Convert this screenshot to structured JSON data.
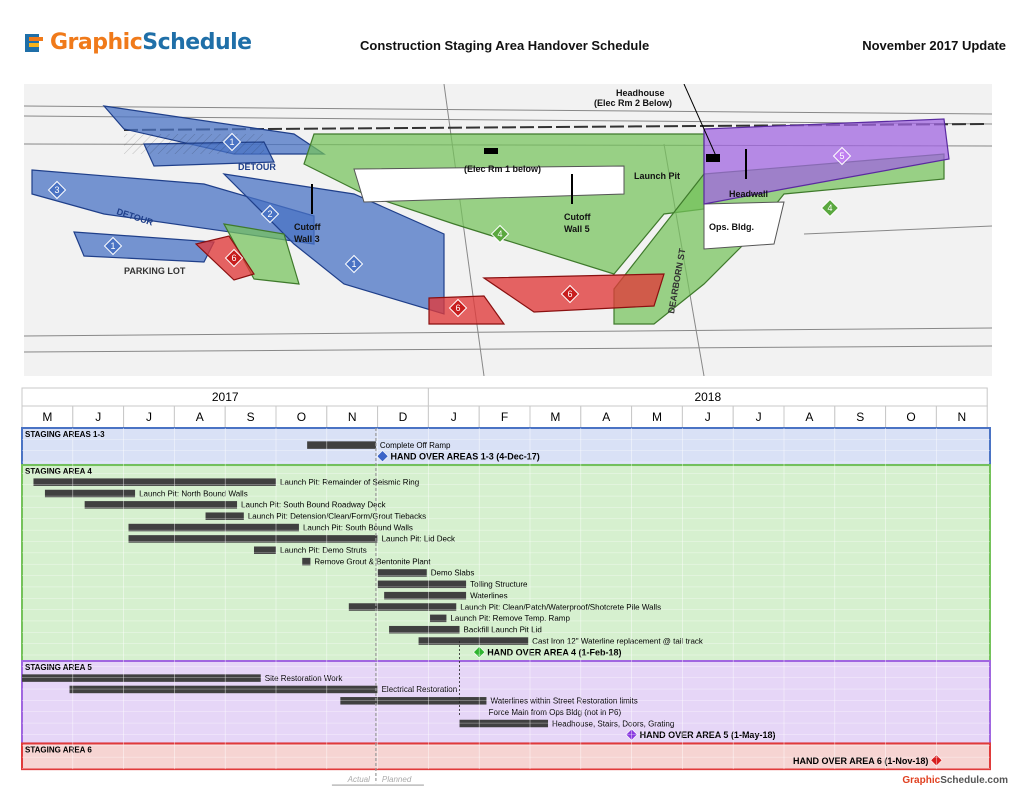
{
  "header": {
    "logo_text_a": "Graphic",
    "logo_text_b": "Schedule",
    "title": "Construction Staging Area Handover Schedule",
    "update": "November 2017 Update"
  },
  "footer": {
    "text_a": "Graphic",
    "text_b": "Schedule.com"
  },
  "colors": {
    "blue": "#4a73c4",
    "green": "#74c25a",
    "purple": "#a066e0",
    "red": "#e03a3a",
    "bar": "#404040",
    "blue_bg": "#d9e1f6",
    "green_bg": "#d6f0cf",
    "purple_bg": "#e6d6f7",
    "red_bg": "#f6d4d2"
  },
  "map": {
    "labels": {
      "headhouse": "Headhouse",
      "elec_rm2": "(Elec Rm 2 Below)",
      "elec_rm1": "(Elec Rm 1 below)",
      "launch_pit": "Launch Pit",
      "headwall": "Headwall",
      "detour": "DETOUR",
      "detour2": "DETOUR",
      "cutoff3a": "Cutoff",
      "cutoff3b": "Wall 3",
      "cutoff5a": "Cutoff",
      "cutoff5b": "Wall 5",
      "ops": "Ops. Bldg.",
      "parking": "PARKING LOT",
      "dearborn": "DEARBORN ST"
    },
    "area_markers": [
      "1",
      "1",
      "1",
      "1",
      "2",
      "3",
      "4",
      "4",
      "5",
      "6",
      "6",
      "6"
    ]
  },
  "chart_data": {
    "type": "gantt",
    "years": [
      {
        "label": "2017",
        "months": 8
      },
      {
        "label": "2018",
        "months": 11
      }
    ],
    "months": [
      "M",
      "J",
      "J",
      "A",
      "S",
      "O",
      "N",
      "D",
      "J",
      "F",
      "M",
      "A",
      "M",
      "J",
      "J",
      "A",
      "S",
      "O",
      "N"
    ],
    "month_start": "2017-05",
    "status_line": "2017-11-30",
    "status_labels": {
      "actual": "Actual",
      "planned": "Planned"
    },
    "groups": [
      {
        "name": "STAGING AREAS 1-3",
        "color": "blue",
        "tasks": [
          {
            "label": "Complete Off Ramp",
            "start": "2017-10-20",
            "end": "2017-11-30"
          }
        ],
        "milestone": {
          "label": "HAND OVER AREAS 1-3 (4-Dec-17)",
          "date": "2017-12-04",
          "label_side": "right"
        }
      },
      {
        "name": "STAGING AREA 4",
        "color": "green",
        "tasks": [
          {
            "label": "Launch Pit: Remainder of Seismic Ring",
            "start": "2017-05-08",
            "end": "2017-10-01"
          },
          {
            "label": "Launch Pit: North Bound Walls",
            "start": "2017-05-15",
            "end": "2017-07-08"
          },
          {
            "label": "Launch Pit: South Bound Roadway Deck",
            "start": "2017-06-08",
            "end": "2017-09-08"
          },
          {
            "label": "Launch Pit: Detension/Clean/Form/Grout Tiebacks",
            "start": "2017-08-20",
            "end": "2017-09-12"
          },
          {
            "label": "Launch Pit: South Bound Walls",
            "start": "2017-07-04",
            "end": "2017-10-15"
          },
          {
            "label": "Launch Pit: Lid Deck",
            "start": "2017-07-04",
            "end": "2017-12-01"
          },
          {
            "label": "Launch Pit: Demo Struts",
            "start": "2017-09-18",
            "end": "2017-10-01"
          },
          {
            "label": "Remove Grout & Bentonite Plant",
            "start": "2017-10-17",
            "end": "2017-10-22"
          },
          {
            "label": "Demo Slabs",
            "start": "2017-12-01",
            "end": "2017-12-31"
          },
          {
            "label": "Tolling Structure",
            "start": "2017-12-01",
            "end": "2018-01-24"
          },
          {
            "label": "Waterlines",
            "start": "2017-12-05",
            "end": "2018-01-24"
          },
          {
            "label": "Launch Pit: Clean/Patch/Waterproof/Shotcrete Pile Walls",
            "start": "2017-11-14",
            "end": "2018-01-18"
          },
          {
            "label": "Launch Pit: Remove Temp. Ramp",
            "start": "2018-01-02",
            "end": "2018-01-12"
          },
          {
            "label": "Backfill Launch Pit Lid",
            "start": "2017-12-08",
            "end": "2018-01-20"
          },
          {
            "label": "Cast Iron 12\" Waterline replacement @ tail track",
            "start": "2017-12-26",
            "end": "2018-02-28"
          }
        ],
        "milestone": {
          "label": "HAND OVER AREA 4 (1-Feb-18)",
          "date": "2018-02-01",
          "label_side": "right"
        }
      },
      {
        "name": "STAGING AREA 5",
        "color": "purple",
        "tasks": [
          {
            "label": "Site Restoration Work",
            "start": "2017-05-01",
            "end": "2017-09-22"
          },
          {
            "label": "Electrical Restoration",
            "start": "2017-05-30",
            "end": "2017-12-01"
          },
          {
            "label": "Waterlines within Street Restoration limits",
            "start": "2017-11-09",
            "end": "2018-02-05"
          },
          {
            "label": "Force Main from Ops Bldg (not in P6)",
            "start": "",
            "end": "2018-02-04"
          },
          {
            "label": "Headhouse, Stairs, Doors, Grating",
            "start": "2018-01-20",
            "end": "2018-03-12"
          }
        ],
        "milestone": {
          "label": "HAND OVER AREA 5 (1-May-18)",
          "date": "2018-05-01",
          "label_side": "right"
        }
      },
      {
        "name": "STAGING AREA 6",
        "color": "red",
        "tasks": [],
        "milestone": {
          "label": "HAND OVER AREA 6 (1-Nov-18)",
          "date": "2018-11-01",
          "label_side": "left"
        }
      }
    ]
  }
}
